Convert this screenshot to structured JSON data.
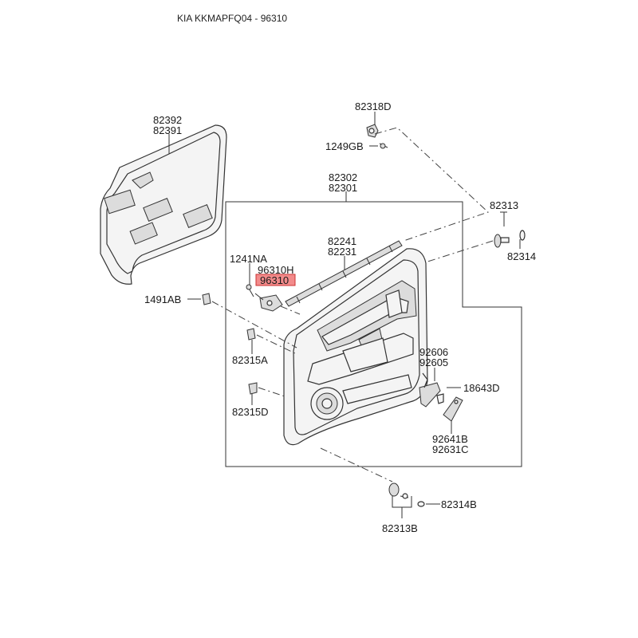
{
  "header": {
    "title": "KIA KKMAPFQ04 - 96310"
  },
  "highlight": {
    "part_number": "96310",
    "color": "#f28b8b",
    "border_color": "#cc3333"
  },
  "labels": {
    "p82392": "82392",
    "p82391": "82391",
    "p82318D": "82318D",
    "p1249GB": "1249GB",
    "p82302": "82302",
    "p82301": "82301",
    "p82313": "82313",
    "p82314": "82314",
    "p82241": "82241",
    "p82231": "82231",
    "p1241NA": "1241NA",
    "p96310H": "96310H",
    "p96310": "96310",
    "p1491AB": "1491AB",
    "p82315A": "82315A",
    "p82315D": "82315D",
    "p92606": "92606",
    "p92605": "92605",
    "p18643D": "18643D",
    "p92641B": "92641B",
    "p92631C": "92631C",
    "p82314B": "82314B",
    "p82313B": "82313B"
  }
}
